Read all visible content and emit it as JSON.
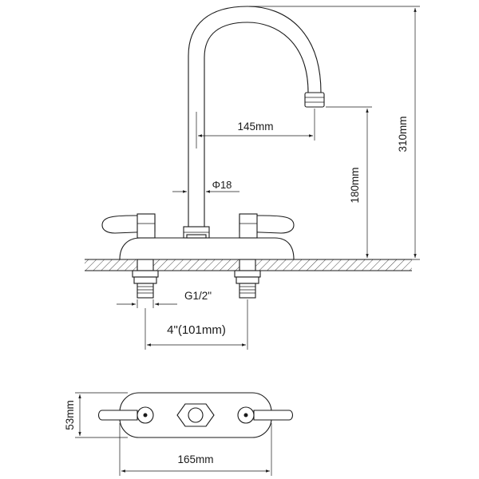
{
  "dimensions": {
    "spout_reach": "145mm",
    "spout_diameter": "Φ18",
    "spout_height": "180mm",
    "total_height": "310mm",
    "thread": "G1/2\"",
    "center_spacing": "4\"(101mm)",
    "base_depth": "53mm",
    "base_width": "165mm"
  }
}
